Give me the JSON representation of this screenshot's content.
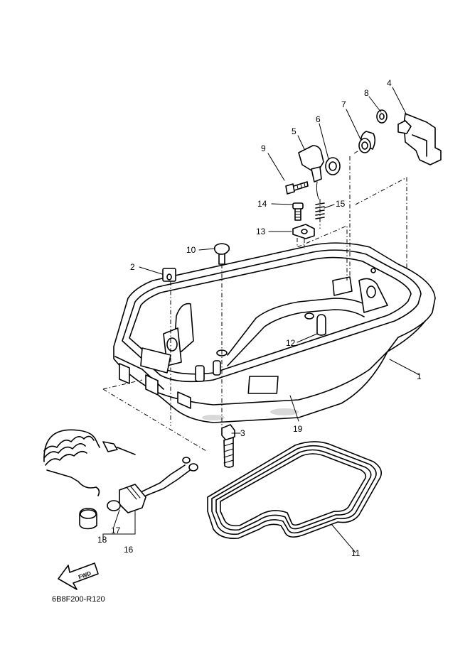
{
  "diagram": {
    "reference_code": "6B8F200-R120",
    "fwd_label": "FWD",
    "callouts": [
      "1",
      "2",
      "3",
      "4",
      "5",
      "6",
      "7",
      "8",
      "9",
      "10",
      "11",
      "12",
      "13",
      "14",
      "15",
      "16",
      "17",
      "18",
      "19"
    ]
  }
}
